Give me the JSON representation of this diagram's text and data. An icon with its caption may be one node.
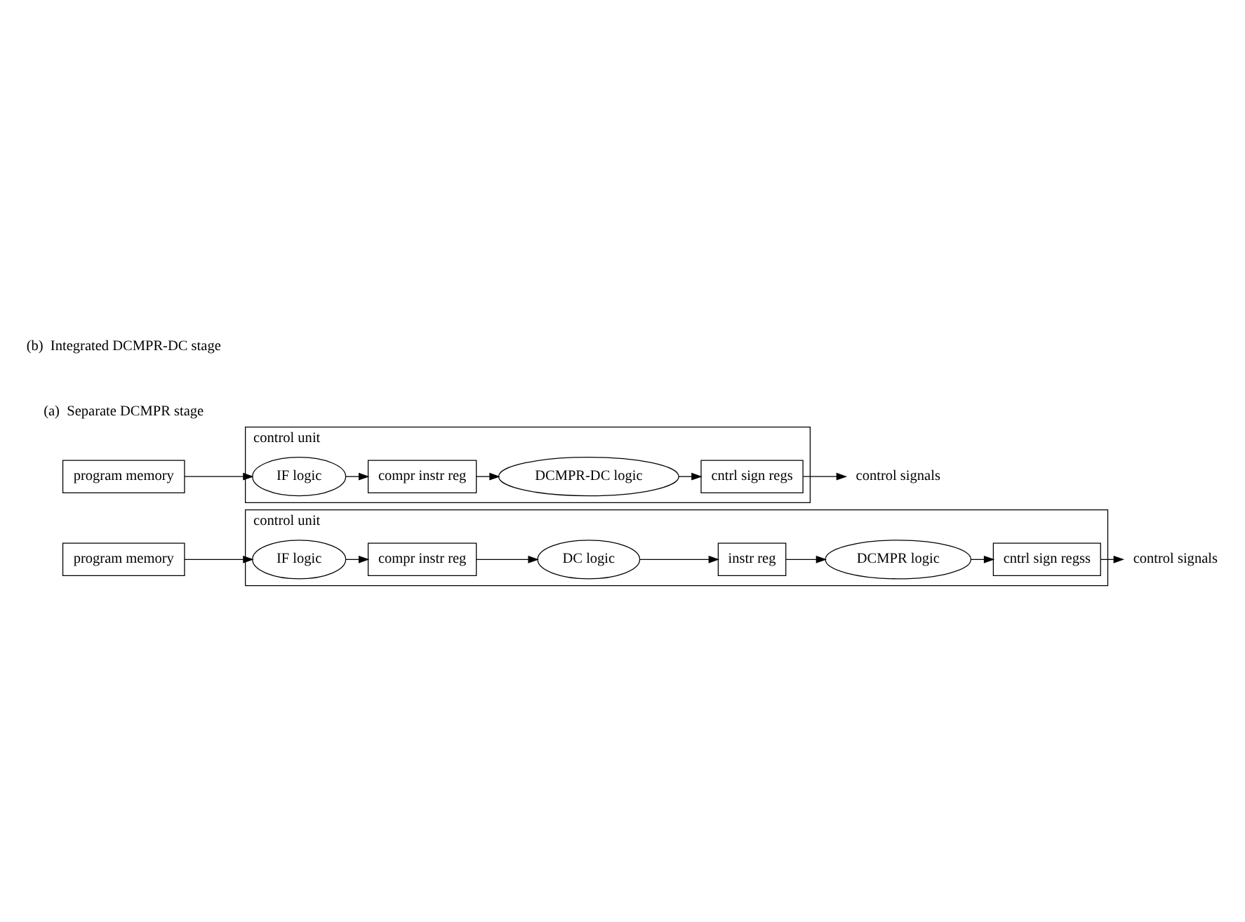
{
  "diagram": {
    "nodes": [
      {
        "text": [
          "program memory"
        ]
      },
      {
        "text": [
          "control unit"
        ]
      },
      {
        "text": [
          "IF logic"
        ],
        "in": 1
      },
      {
        "text": [
          "compr instr reg"
        ],
        "in": 1
      },
      {
        "text": [
          "DC logic"
        ],
        "in": 1
      },
      {
        "text": [
          "instr reg"
        ],
        "in": 1
      },
      {
        "text": [
          "DCMPR logic"
        ],
        "in": 1
      },
      {
        "text": [
          "cntrl sign regss"
        ],
        "in": 1
      },
      {
        "text": [
          "control signals"
        ]
      },
      {
        "text": [
          "program memory"
        ]
      },
      {
        "text": [
          "control unit"
        ]
      },
      {
        "text": [
          "IF logic"
        ],
        "in": 10
      },
      {
        "text": [
          "compr instr reg"
        ],
        "in": 10
      },
      {
        "text": [
          "DCMPR-DC logic"
        ],
        "in": 10
      },
      {
        "text": [
          "cntrl sign regs"
        ],
        "in": 10
      },
      {
        "text": [
          "control signals"
        ]
      }
    ],
    "edges": [
      {
        "from": 0,
        "to": 2,
        "arrow": "to"
      },
      {
        "from": 2,
        "to": 3,
        "arrow": "to"
      },
      {
        "from": 3,
        "to": 4,
        "arrow": "to"
      },
      {
        "from": 4,
        "to": 5,
        "arrow": "to"
      },
      {
        "from": 5,
        "to": 6,
        "arrow": "to"
      },
      {
        "from": 6,
        "to": 7,
        "arrow": "to"
      },
      {
        "from": 7,
        "to": 8,
        "arrow": "to"
      },
      {
        "from": 9,
        "to": 11,
        "arrow": "to"
      },
      {
        "from": 11,
        "to": 12,
        "arrow": "to"
      },
      {
        "from": 12,
        "to": 13,
        "arrow": "to"
      },
      {
        "from": 13,
        "to": 14,
        "arrow": "to"
      },
      {
        "from": 14,
        "to": 15,
        "arrow": "to"
      }
    ],
    "labels": [
      "(a)  Separate DCMPR stage",
      "(b)  Integrated DCMPR-DC stage"
    ]
  }
}
